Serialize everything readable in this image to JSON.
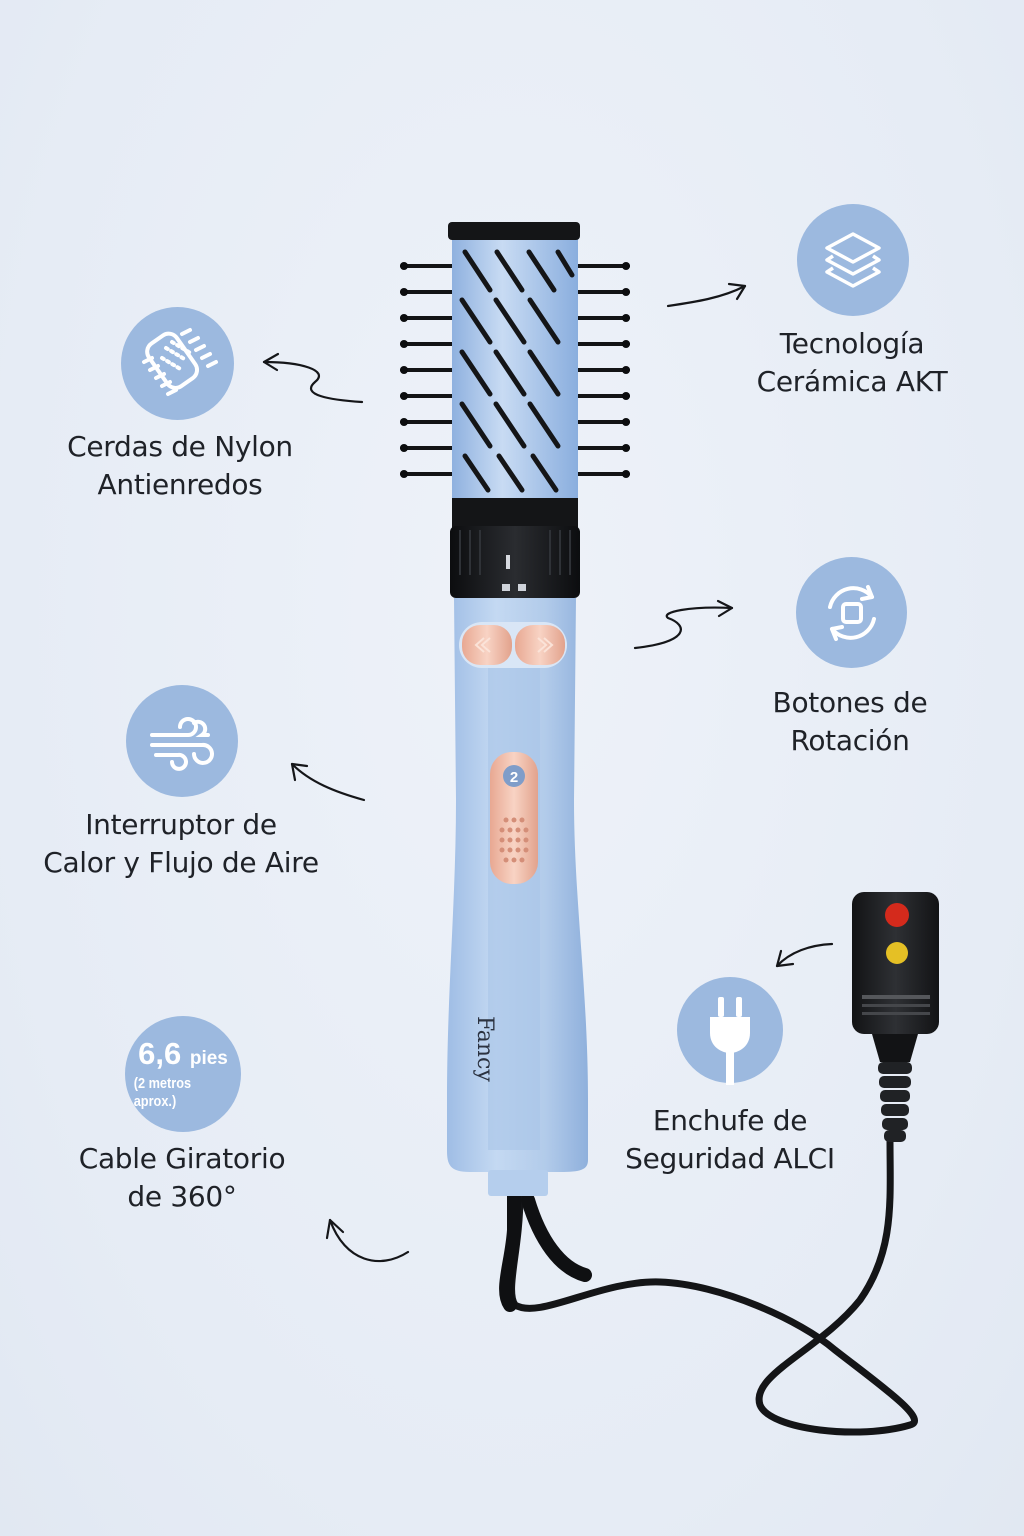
{
  "features": {
    "nylon": {
      "line1": "Cerdas de Nylon",
      "line2": "Antienredos",
      "icon": "brush-bristles-icon"
    },
    "ceramic": {
      "line1": "Tecnología",
      "line2": "Cerámica AKT",
      "icon": "stacked-layers-icon"
    },
    "rotation": {
      "line1": "Botones de",
      "line2": "Rotación",
      "icon": "rotate-arrows-icon"
    },
    "heat": {
      "line1": "Interruptor de",
      "line2": "Calor y Flujo de Aire",
      "icon": "airflow-wind-icon"
    },
    "plug": {
      "line1": "Enchufe de",
      "line2": "Seguridad ALCI",
      "icon": "plug-icon"
    },
    "cable": {
      "line1": "Cable Giratorio",
      "line2": "de 360°",
      "length_value": "6,6",
      "length_unit": "pies",
      "length_note": "(2 metros aprox.)"
    }
  },
  "product": {
    "brand": "Fancy",
    "switch_setting": "2"
  },
  "colors": {
    "accent_circle": "#9cb9df",
    "body": "#b3cdec",
    "rose_gold": "#f0b9a4",
    "black": "#161719"
  }
}
